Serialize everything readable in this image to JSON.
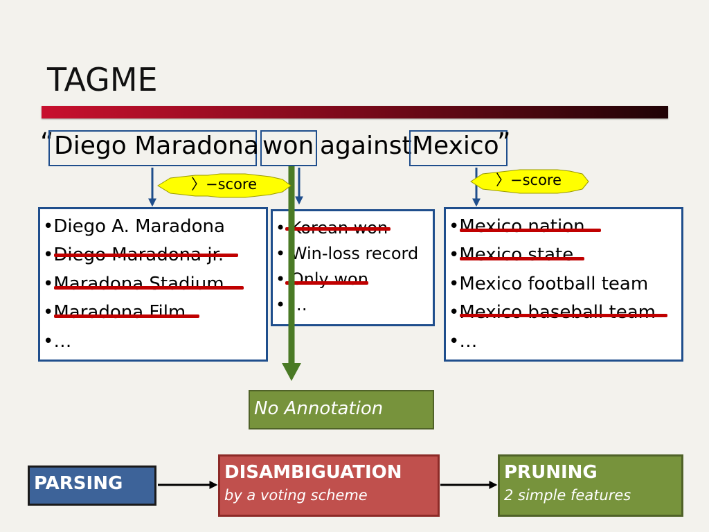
{
  "title": "TAGME",
  "sentence": {
    "open_quote": "“",
    "close_quote": "”",
    "mention1": "Diego Maradona",
    "mention2": "won",
    "middle": "against",
    "mention3": "Mexico"
  },
  "score_badge": {
    "symbol": "〉",
    "label": "−score"
  },
  "candidates_left": [
    {
      "text": "•Diego A. Maradona"
    },
    {
      "text": "•Diego Maradona jr."
    },
    {
      "text": "•Maradona Stadium"
    },
    {
      "text": "•Maradona Film"
    },
    {
      "text": "•…"
    }
  ],
  "candidates_mid": [
    {
      "text": "• Korean won"
    },
    {
      "text": "• Win-loss record"
    },
    {
      "text": "• Only won"
    },
    {
      "text": "• …"
    }
  ],
  "candidates_right": [
    {
      "text": "•Mexico nation"
    },
    {
      "text": "•Mexico state"
    },
    {
      "text": "•Mexico football team"
    },
    {
      "text": "•Mexico baseball team"
    },
    {
      "text": "•…"
    }
  ],
  "no_annotation": "No Annotation",
  "pipeline": {
    "parsing": "PARSING",
    "disambiguation": "DISAMBIGUATION",
    "disambiguation_sub": "by a voting scheme",
    "pruning": "PRUNING",
    "pruning_sub": "2 simple features"
  },
  "colors": {
    "mention_border": "#1f4e8c",
    "strike": "#c00000",
    "no_annotation_arrow": "#4a7a25",
    "parsing_fill": "#3d6399",
    "disambiguation_fill": "#c0504d",
    "pruning_fill": "#77933c",
    "badge_fill": "#ffff00"
  }
}
